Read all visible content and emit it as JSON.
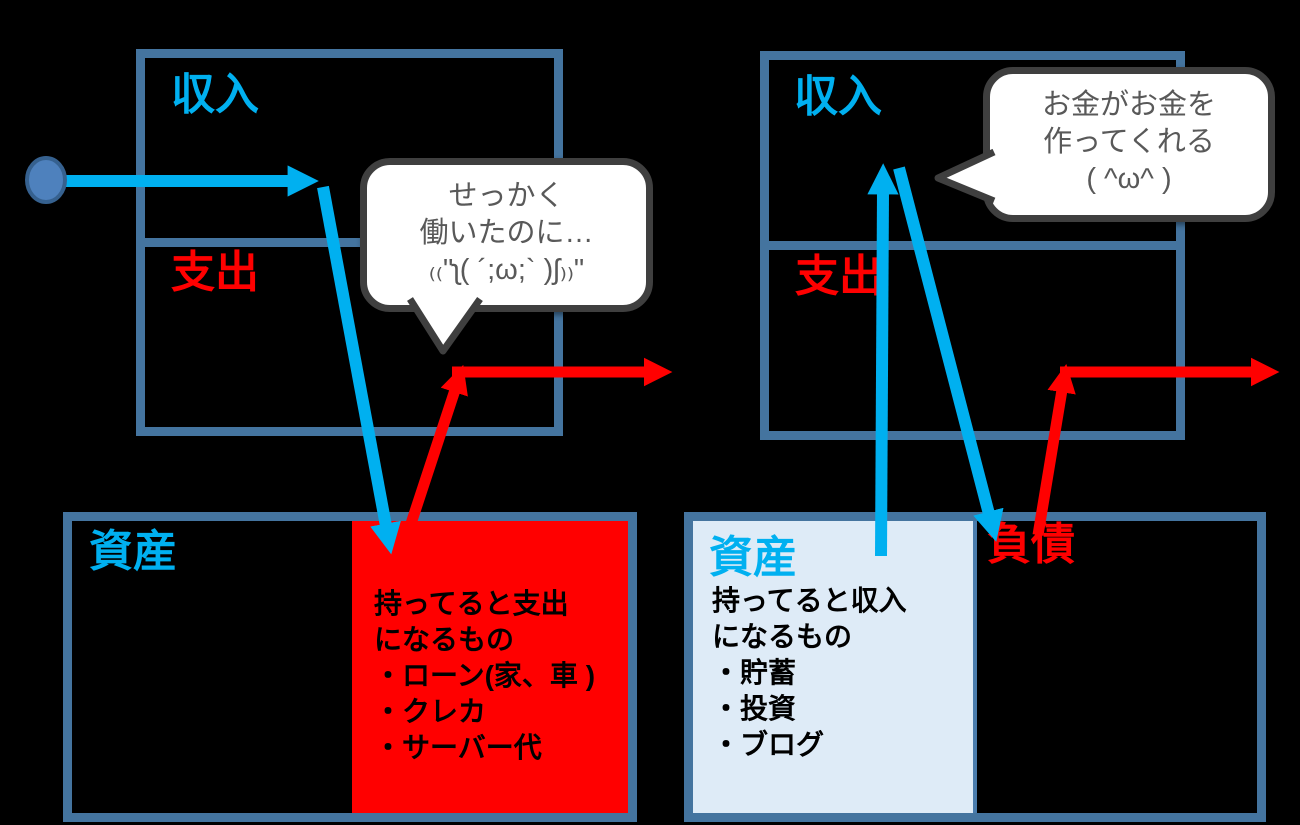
{
  "colors": {
    "border": "#44749F",
    "cyan": "#00B0F0",
    "red": "#FF0000",
    "light_blue_fill": "#DEEBF7",
    "bubble_border": "#3F3F3F",
    "bubble_text": "#595959",
    "circle_fill": "#4E81BD",
    "bg": "#000000"
  },
  "left_panel": {
    "income_label": "収入",
    "expense_label": "支出",
    "asset_label": "資産",
    "bubble_lines": [
      "せっかく",
      "働いたのに…",
      "₍₍\"ʅ( ´;ω;` )ʃ₎₎\""
    ],
    "note_lines": [
      "持ってると支出",
      "になるもの",
      "・ローン(家、車 )",
      "・クレカ",
      "・サーバー代"
    ]
  },
  "right_panel": {
    "income_label": "収入",
    "expense_label": "支出",
    "asset_label": "資産",
    "liability_label": "負債",
    "bubble_lines": [
      "お金がお金を",
      "作ってくれる",
      "( ^ω^ )"
    ],
    "note_lines": [
      "持ってると収入",
      "になるもの",
      "・貯蓄",
      "・投資",
      "・ブログ"
    ]
  }
}
